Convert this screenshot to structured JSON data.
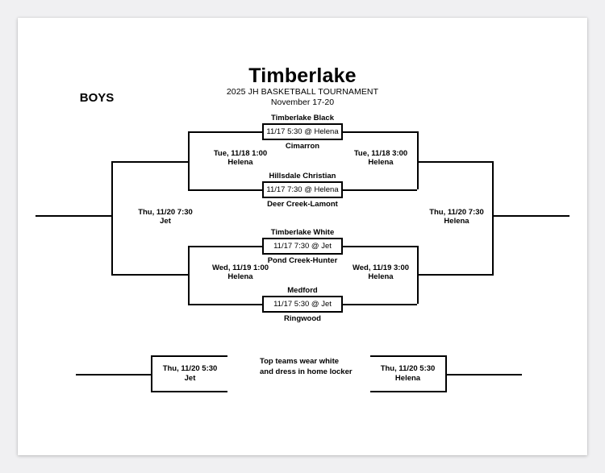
{
  "page": {
    "division": "BOYS",
    "title": "Timberlake",
    "subtitle_line1": "2025 JH BASKETBALL TOURNAMENT",
    "subtitle_line2": "November 17-20",
    "note_line1": "Top teams wear white",
    "note_line2": "and dress in home locker"
  },
  "bracket": {
    "first_round": [
      {
        "top_team": "Timberlake Black",
        "bottom_team": "Cimarron",
        "game": "11/17 5:30 @ Helena"
      },
      {
        "top_team": "Hillsdale Christian",
        "bottom_team": "Deer Creek-Lamont",
        "game": "11/17 7:30 @ Helena"
      },
      {
        "top_team": "Timberlake White",
        "bottom_team": "Pond Creek-Hunter",
        "game": "11/17 7:30 @ Jet"
      },
      {
        "top_team": "Medford",
        "bottom_team": "Ringwood",
        "game": "11/17 5:30 @ Jet"
      }
    ],
    "semifinals": [
      {
        "datetime": "Tue, 11/18 1:00",
        "site": "Helena"
      },
      {
        "datetime": "Tue, 11/18 3:00",
        "site": "Helena"
      },
      {
        "datetime": "Wed, 11/19 1:00",
        "site": "Helena"
      },
      {
        "datetime": "Wed, 11/19 3:00",
        "site": "Helena"
      }
    ],
    "finals": [
      {
        "datetime": "Thu, 11/20 7:30",
        "site": "Jet"
      },
      {
        "datetime": "Thu, 11/20 7:30",
        "site": "Helena"
      }
    ],
    "consolation": [
      {
        "datetime": "Thu, 11/20 5:30",
        "site": "Jet"
      },
      {
        "datetime": "Thu, 11/20 5:30",
        "site": "Helena"
      }
    ]
  }
}
